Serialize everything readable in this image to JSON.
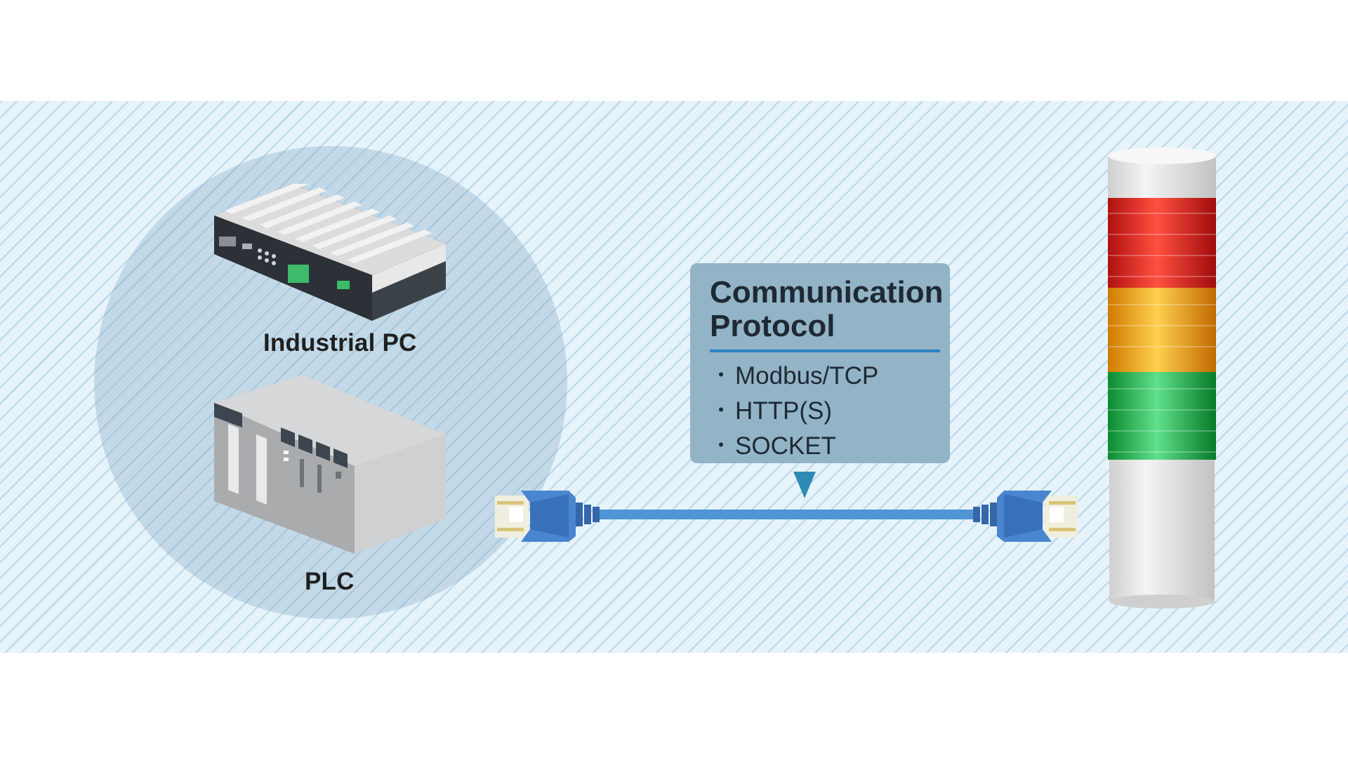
{
  "devices": {
    "industrial_pc_label": "Industrial PC",
    "plc_label": "PLC"
  },
  "protocol": {
    "title_line1": "Communication",
    "title_line2": "Protocol",
    "items": [
      "Modbus/TCP",
      "HTTP(S)",
      "SOCKET"
    ],
    "bullet": "・"
  },
  "signal_tower": {
    "tiers": [
      "red",
      "amber",
      "green"
    ]
  },
  "colors": {
    "background_band": "#e6f3fb",
    "stripes": "#bcdaea",
    "protocol_box": "#93b3c7",
    "protocol_rule": "#2a82c4",
    "cable": "#4a90d9",
    "tower_red": "#e02020",
    "tower_amber": "#f0a010",
    "tower_green": "#20b040"
  }
}
